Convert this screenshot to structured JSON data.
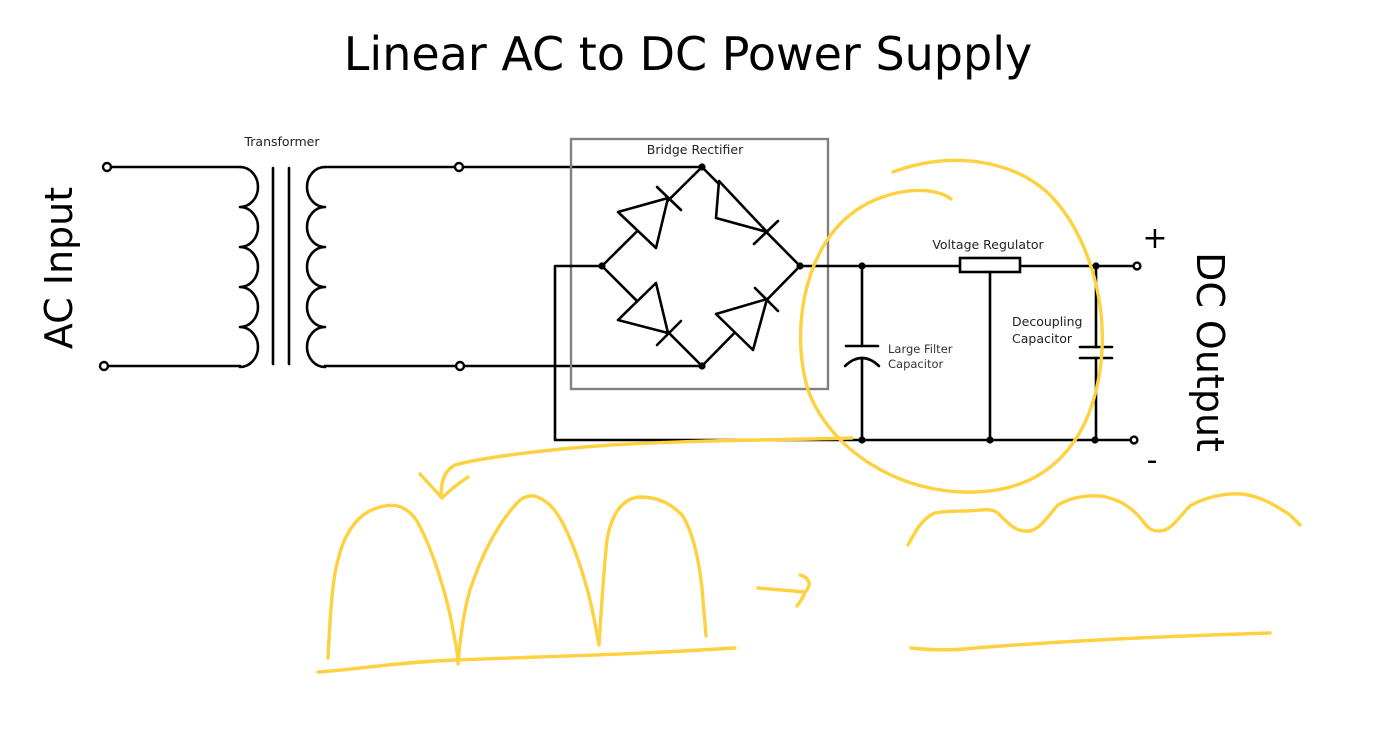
{
  "title": "Linear AC to DC Power Supply",
  "labels": {
    "ac_input": "AC Input",
    "dc_output": "DC Output",
    "transformer": "Transformer",
    "bridge_rectifier": "Bridge Rectifier",
    "voltage_regulator": "Voltage Regulator",
    "large_filter_capacitor_line1": "Large Filter",
    "large_filter_capacitor_line2": "Capacitor",
    "decoupling_capacitor_line1": "Decoupling",
    "decoupling_capacitor_line2": "Capacitor",
    "positive": "+",
    "negative": "-"
  },
  "colors": {
    "annotation": "#FDD13F",
    "wire": "#000000",
    "box": "#808080"
  },
  "annotations": {
    "circle_target": "filter-and-regulator-section",
    "waveform_before": "full-wave rectified (pulsating)",
    "waveform_after": "smoothed DC with ripple"
  }
}
